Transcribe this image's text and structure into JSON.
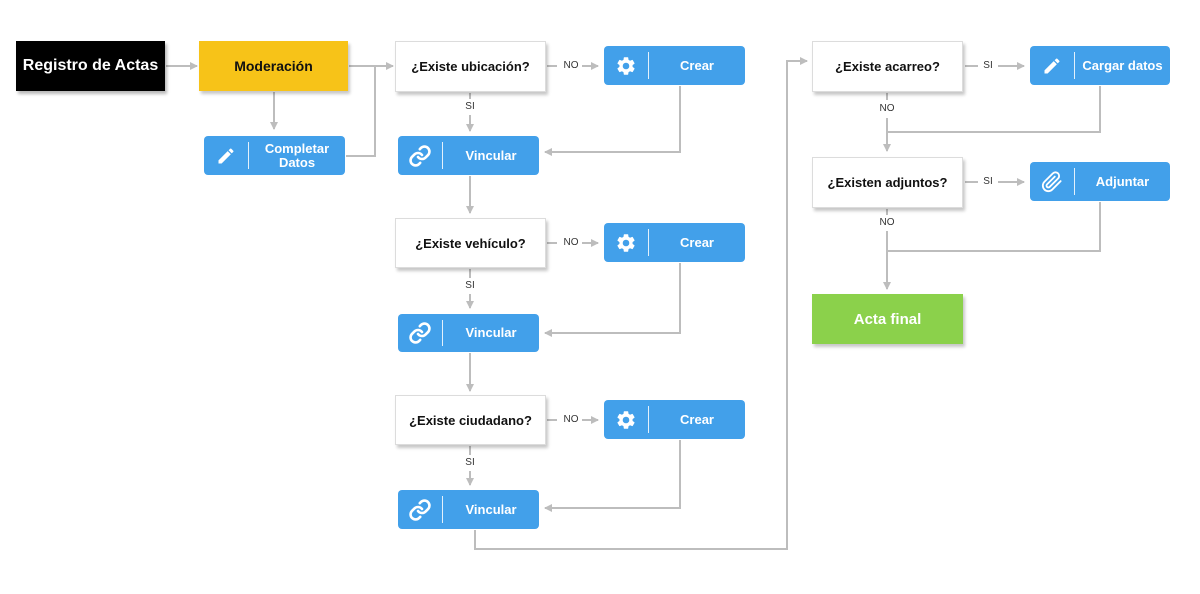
{
  "colors": {
    "action_blue": "#42a0ea",
    "moderation_yellow": "#f7c318",
    "start_black": "#000000",
    "final_green": "#8bd14b",
    "connector_gray": "#bdbdbd"
  },
  "nodes": {
    "registro": {
      "label": "Registro de Actas"
    },
    "moderacion": {
      "label": "Moderación"
    },
    "completar": {
      "label": "Completar Datos",
      "icon": "pencil-icon"
    },
    "q_ubicacion": {
      "label": "¿Existe ubicación?"
    },
    "crear_ubicacion": {
      "label": "Crear",
      "icon": "gear-icon"
    },
    "vincular_ubicacion": {
      "label": "Vincular",
      "icon": "link-icon"
    },
    "q_vehiculo": {
      "label": "¿Existe vehículo?"
    },
    "crear_vehiculo": {
      "label": "Crear",
      "icon": "gear-icon"
    },
    "vincular_vehiculo": {
      "label": "Vincular",
      "icon": "link-icon"
    },
    "q_ciudadano": {
      "label": "¿Existe ciudadano?"
    },
    "crear_ciudadano": {
      "label": "Crear",
      "icon": "gear-icon"
    },
    "vincular_ciudadano": {
      "label": "Vincular",
      "icon": "link-icon"
    },
    "q_acarreo": {
      "label": "¿Existe acarreo?"
    },
    "cargar_datos": {
      "label": "Cargar datos",
      "icon": "pencil-icon"
    },
    "q_adjuntos": {
      "label": "¿Existen adjuntos?"
    },
    "adjuntar": {
      "label": "Adjuntar",
      "icon": "paperclip-icon"
    },
    "acta_final": {
      "label": "Acta final"
    }
  },
  "edge_labels": {
    "ubicacion_no": "NO",
    "ubicacion_si": "SI",
    "vehiculo_no": "NO",
    "vehiculo_si": "SI",
    "ciudadano_no": "NO",
    "ciudadano_si": "SI",
    "acarreo_si": "SI",
    "acarreo_no": "NO",
    "adjuntos_si": "SI",
    "adjuntos_no": "NO"
  }
}
